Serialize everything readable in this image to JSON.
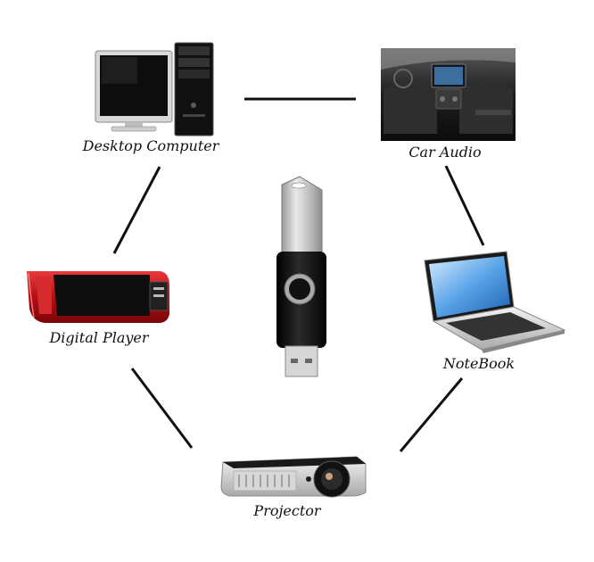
{
  "diagram": {
    "center_device": {
      "icon": "usb-flash-drive-icon"
    },
    "devices": [
      {
        "id": "desktop",
        "label": "Desktop Computer",
        "icon": "desktop-computer-icon"
      },
      {
        "id": "car",
        "label": "Car Audio",
        "icon": "car-audio-icon"
      },
      {
        "id": "notebook",
        "label": "NoteBook",
        "icon": "notebook-icon"
      },
      {
        "id": "projector",
        "label": "Projector",
        "icon": "projector-icon"
      },
      {
        "id": "player",
        "label": "Digital Player",
        "icon": "digital-player-icon"
      }
    ],
    "line_color": "#111111",
    "accent_red": "#c8181c"
  }
}
